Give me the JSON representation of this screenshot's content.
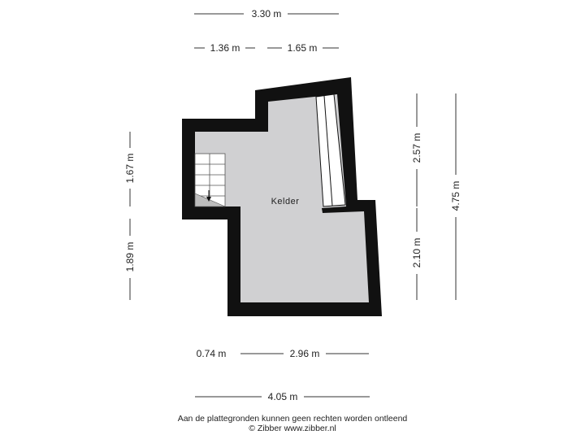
{
  "room": {
    "name": "Kelder"
  },
  "dimensions": {
    "top_total": "3.30 m",
    "top_left": "1.36 m",
    "top_right": "1.65 m",
    "left_upper": "1.67 m",
    "left_lower": "1.89 m",
    "right_upper": "2.57 m",
    "right_lower": "2.10 m",
    "right_total": "4.75 m",
    "bottom_left": "0.74 m",
    "bottom_mid": "2.96 m",
    "bottom_total": "4.05 m"
  },
  "footer": {
    "line1": "Aan de plattegronden kunnen geen rechten worden ontleend",
    "line2": "© Zibber www.zibber.nl"
  },
  "colors": {
    "wall": "#111111",
    "floor": "#d0d0d2",
    "background": "#ffffff"
  }
}
